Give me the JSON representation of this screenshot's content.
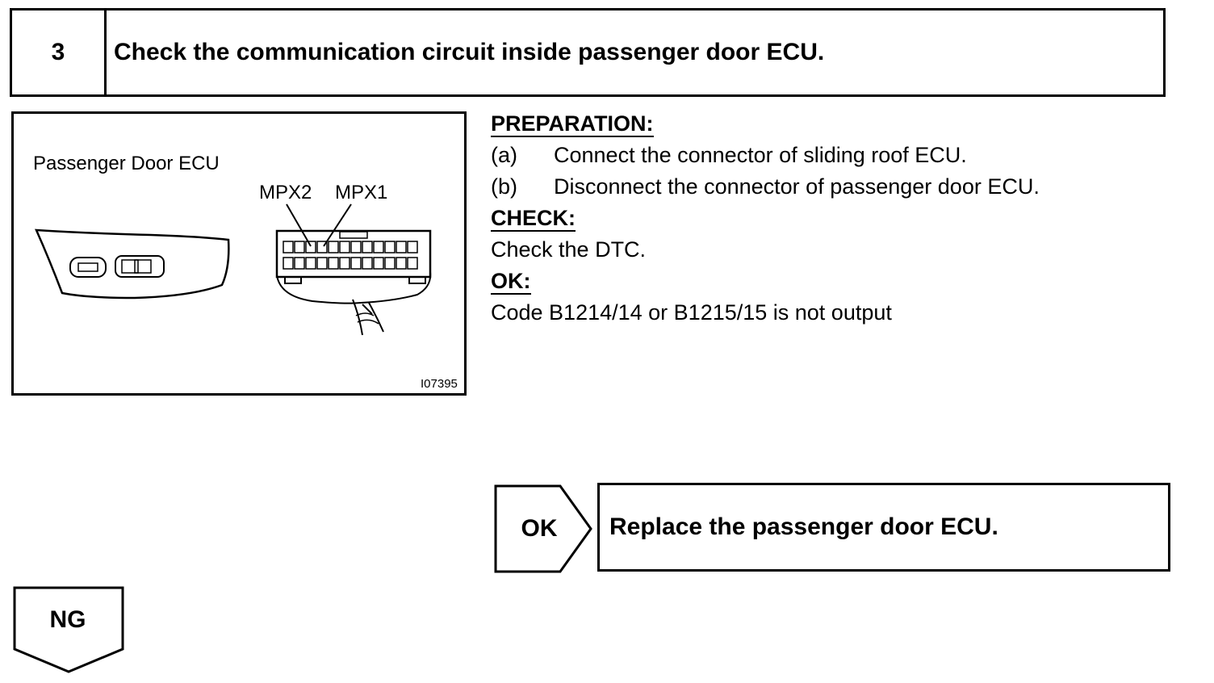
{
  "step": {
    "number": "3",
    "title": "Check the communication circuit inside passenger door ECU."
  },
  "figure": {
    "caption": "Passenger Door ECU",
    "label_mpx2": "MPX2",
    "label_mpx1": "MPX1",
    "figure_id": "I07395"
  },
  "instructions": {
    "preparation_heading": "PREPARATION:",
    "preparation_steps": [
      {
        "tag": "(a)",
        "text": "Connect the connector of sliding roof ECU."
      },
      {
        "tag": "(b)",
        "text": "Disconnect the connector of passenger door ECU."
      }
    ],
    "check_heading": "CHECK:",
    "check_text": "Check the DTC.",
    "ok_heading": "OK:",
    "ok_text": "Code B1214/14 or B1215/15 is not output"
  },
  "result_ok": {
    "label": "OK",
    "action": "Replace the passenger door ECU."
  },
  "result_ng": {
    "label": "NG"
  }
}
